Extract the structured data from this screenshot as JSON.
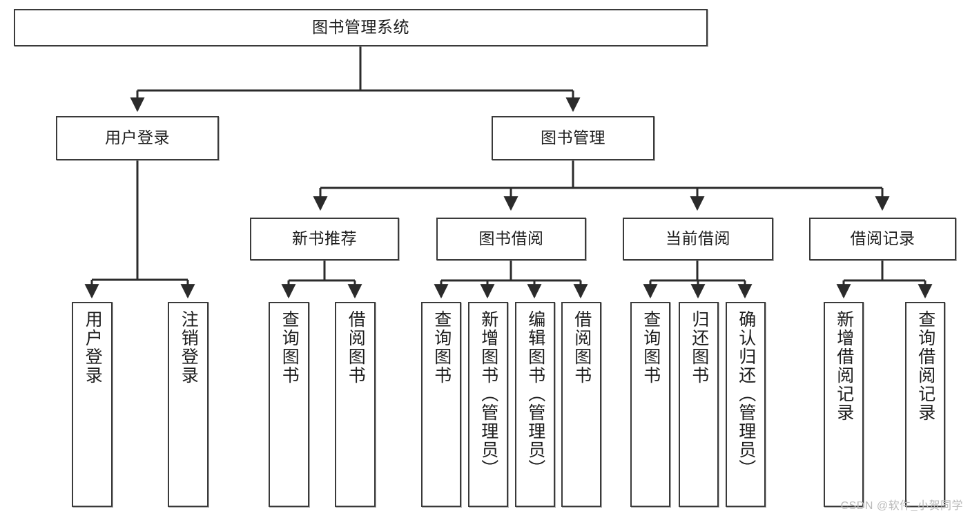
{
  "diagram": {
    "type": "tree",
    "title": "图书管理系统",
    "orientation": "top-down",
    "edge_color": "#2b2b2b",
    "node_border_color": "#3a3a3a",
    "node_fill_color": "#ffffff",
    "text_color": "#1d1d1d"
  },
  "nodes": {
    "root": {
      "label": "图书管理系统"
    },
    "level2": [
      {
        "label": "用户登录"
      },
      {
        "label": "图书管理"
      }
    ],
    "level3": [
      {
        "label": "新书推荐"
      },
      {
        "label": "图书借阅"
      },
      {
        "label": "当前借阅"
      },
      {
        "label": "借阅记录"
      }
    ],
    "leaves": {
      "user_login": [
        {
          "label": "用户登录"
        },
        {
          "label": "注销登录"
        }
      ],
      "new_book_recommend": [
        {
          "label": "查询图书"
        },
        {
          "label": "借阅图书"
        }
      ],
      "book_borrow": [
        {
          "label": "查询图书"
        },
        {
          "label": "新增图书（管理员）"
        },
        {
          "label": "编辑图书（管理员）"
        },
        {
          "label": "借阅图书"
        }
      ],
      "current_borrow": [
        {
          "label": "查询图书"
        },
        {
          "label": "归还图书"
        },
        {
          "label": "确认归还（管理员）"
        }
      ],
      "borrow_record": [
        {
          "label": "新增借阅记录"
        },
        {
          "label": "查询借阅记录"
        }
      ]
    }
  },
  "watermark": {
    "text": "CSDN @软件_小贺同学"
  }
}
